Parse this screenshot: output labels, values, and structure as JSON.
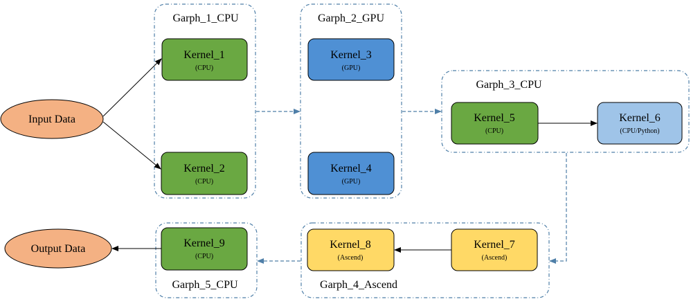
{
  "colors": {
    "cpu_kernel": "#6aa842",
    "gpu_kernel": "#4f90d4",
    "python_kernel": "#9fc4e8",
    "ascend_kernel": "#ffd966",
    "io_ellipse": "#f4b183",
    "group_border": "#4f7fa8",
    "arrow": "#000000"
  },
  "nodes": {
    "input": "Input Data",
    "output": "Output Data"
  },
  "groups": {
    "g1": "Garph_1_CPU",
    "g2": "Garph_2_GPU",
    "g3": "Garph_3_CPU",
    "g4": "Garph_4_Ascend",
    "g5": "Garph_5_CPU"
  },
  "kernels": {
    "k1": {
      "name": "Kernel_1",
      "device": "(CPU)"
    },
    "k2": {
      "name": "Kernel_2",
      "device": "(CPU)"
    },
    "k3": {
      "name": "Kernel_3",
      "device": "(GPU)"
    },
    "k4": {
      "name": "Kernel_4",
      "device": "(GPU)"
    },
    "k5": {
      "name": "Kernel_5",
      "device": "(CPU)"
    },
    "k6": {
      "name": "Kernel_6",
      "device": "(CPU/Python)"
    },
    "k7": {
      "name": "Kernel_7",
      "device": "(Ascend)"
    },
    "k8": {
      "name": "Kernel_8",
      "device": "(Ascend)"
    },
    "k9": {
      "name": "Kernel_9",
      "device": "(CPU)"
    }
  }
}
